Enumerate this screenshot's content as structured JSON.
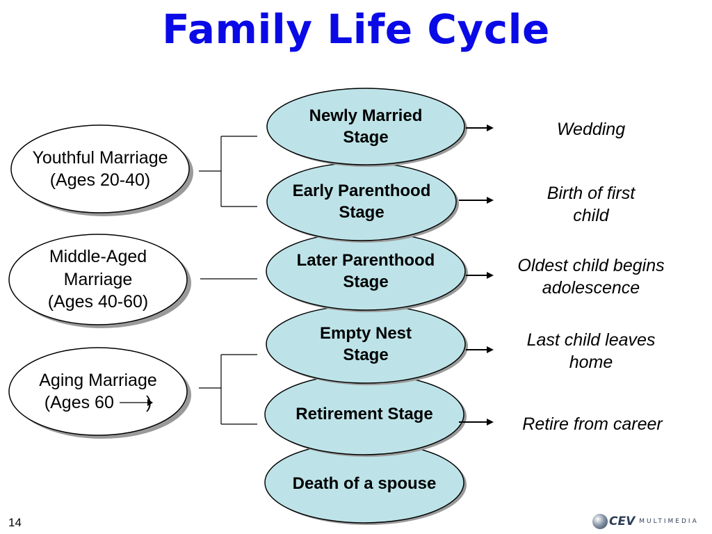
{
  "title": "Family Life Cycle",
  "age_groups": [
    {
      "lines": [
        "Youthful Marriage",
        "(Ages 20-40)"
      ]
    },
    {
      "lines": [
        "Middle-Aged",
        "Marriage",
        "(Ages 40-60)"
      ]
    },
    {
      "lines": [
        "Aging Marriage",
        "(Ages 60",
        ")"
      ]
    }
  ],
  "stages": [
    {
      "lines": [
        "Newly Married",
        "Stage"
      ]
    },
    {
      "lines": [
        "Early Parenthood",
        "Stage"
      ]
    },
    {
      "lines": [
        "Later Parenthood",
        "Stage"
      ]
    },
    {
      "lines": [
        "Empty Nest",
        "Stage"
      ]
    },
    {
      "lines": [
        "Retirement Stage"
      ]
    },
    {
      "lines": [
        "Death of a spouse"
      ]
    }
  ],
  "events": [
    {
      "lines": [
        "Wedding"
      ]
    },
    {
      "lines": [
        "Birth of first",
        "child"
      ]
    },
    {
      "lines": [
        "Oldest child begins",
        "adolescence"
      ]
    },
    {
      "lines": [
        "Last child leaves",
        "home"
      ]
    },
    {
      "lines": [
        "Retire from career"
      ]
    }
  ],
  "slide_number": "14",
  "logo": {
    "mark": "CEV",
    "sub": "MULTIMEDIA"
  },
  "colors": {
    "title": "#0a0ae6",
    "stage_fill": "#bde3e8",
    "outline": "#000000",
    "shadow": "#9a9a9a"
  }
}
